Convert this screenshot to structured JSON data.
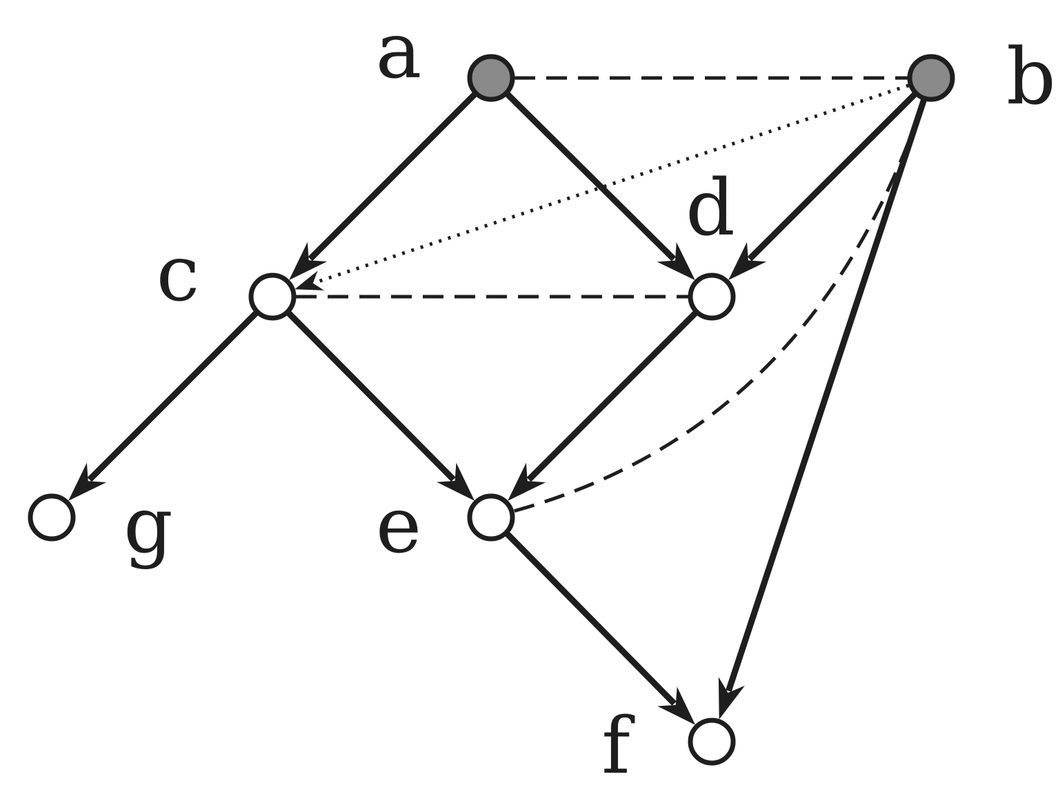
{
  "colors": {
    "stroke": "#1e1e1e",
    "shaded_node": "#8a8a8a",
    "open_node": "#ffffff"
  },
  "nodes": [
    {
      "id": "a",
      "label": "a",
      "shaded": true
    },
    {
      "id": "b",
      "label": "b",
      "shaded": true
    },
    {
      "id": "c",
      "label": "c",
      "shaded": false
    },
    {
      "id": "d",
      "label": "d",
      "shaded": false
    },
    {
      "id": "e",
      "label": "e",
      "shaded": false
    },
    {
      "id": "f",
      "label": "f",
      "shaded": false
    },
    {
      "id": "g",
      "label": "g",
      "shaded": false
    }
  ],
  "edges": [
    {
      "from": "a",
      "to": "c",
      "style": "solid",
      "directed": true
    },
    {
      "from": "a",
      "to": "d",
      "style": "solid",
      "directed": true
    },
    {
      "from": "b",
      "to": "d",
      "style": "solid",
      "directed": true
    },
    {
      "from": "b",
      "to": "f",
      "style": "solid",
      "directed": true
    },
    {
      "from": "c",
      "to": "g",
      "style": "solid",
      "directed": true
    },
    {
      "from": "c",
      "to": "e",
      "style": "solid",
      "directed": true
    },
    {
      "from": "d",
      "to": "e",
      "style": "solid",
      "directed": true
    },
    {
      "from": "e",
      "to": "f",
      "style": "solid",
      "directed": true
    },
    {
      "from": "a",
      "to": "b",
      "style": "dashed",
      "directed": false
    },
    {
      "from": "c",
      "to": "d",
      "style": "dashed",
      "directed": false
    },
    {
      "from": "e",
      "to": "b",
      "style": "dashed",
      "directed": false,
      "curved": true
    },
    {
      "from": "b",
      "to": "c",
      "style": "dotted",
      "directed": true
    }
  ]
}
